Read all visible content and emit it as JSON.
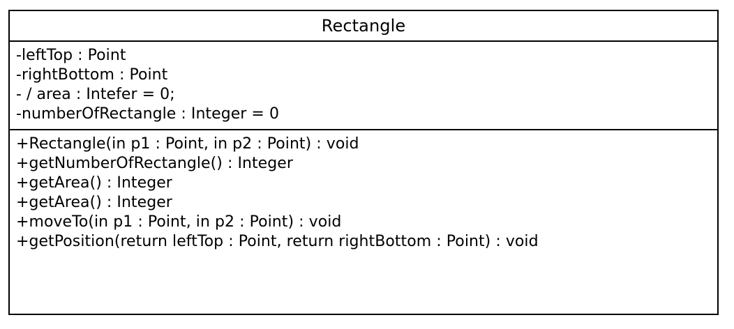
{
  "diagram": {
    "type": "uml-class-diagram",
    "notation": "UML",
    "background_color": "#ffffff",
    "border_color": "#000000",
    "text_color": "#000000"
  },
  "class_box": {
    "name": "Rectangle",
    "attributes": [
      {
        "visibility": "-",
        "text": "-leftTop : Point"
      },
      {
        "visibility": "-",
        "text": "-rightBottom : Point"
      },
      {
        "visibility": "-",
        "text": "- / area : Intefer = 0;"
      },
      {
        "visibility": "-",
        "text": "-numberOfRectangle : Integer = 0"
      }
    ],
    "operations": [
      {
        "visibility": "+",
        "text": "+Rectangle(in p1 : Point, in p2 : Point) : void"
      },
      {
        "visibility": "+",
        "text": "+getNumberOfRectangle() : Integer"
      },
      {
        "visibility": "+",
        "text": "+getArea() : Integer"
      },
      {
        "visibility": "+",
        "text": "+getArea() : Integer"
      },
      {
        "visibility": "+",
        "text": "+moveTo(in p1 : Point, in p2 : Point) : void"
      },
      {
        "visibility": "+",
        "text": "+getPosition(return leftTop : Point, return rightBottom : Point) : void"
      }
    ]
  }
}
